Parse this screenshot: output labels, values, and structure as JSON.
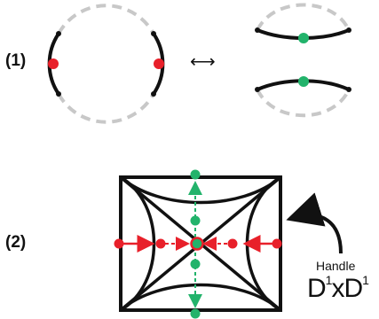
{
  "labels": {
    "step1": "(1)",
    "step2": "(2)",
    "swap_symbol": "⟷",
    "handle_word": "Handle",
    "handle_base": "D",
    "handle_exp": "1",
    "handle_times": "x"
  },
  "colors": {
    "curve": "#111111",
    "dashed": "#c8c8c8",
    "red_point": "#e8202a",
    "green_point": "#22b36b"
  },
  "icons": {
    "swap": "left-right-arrow",
    "handle_pointer": "curved-arrow-icon"
  }
}
